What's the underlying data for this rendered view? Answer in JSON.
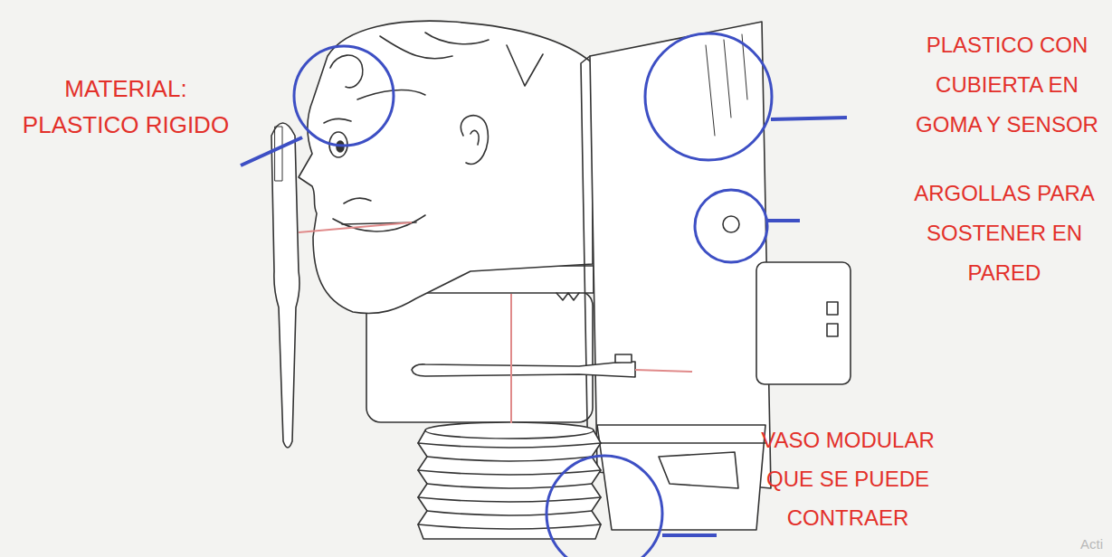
{
  "diagram": {
    "labels": [
      "MATERIAL: PLASTICO RIGIDO",
      "PLASTICO CON CUBIERTA EN GOMA Y SENSOR",
      "ARGOLLAS PARA SOSTENER EN PARED",
      "VASO MODULAR QUE SE PUEDE CONTRAER",
      "Acti"
    ]
  }
}
